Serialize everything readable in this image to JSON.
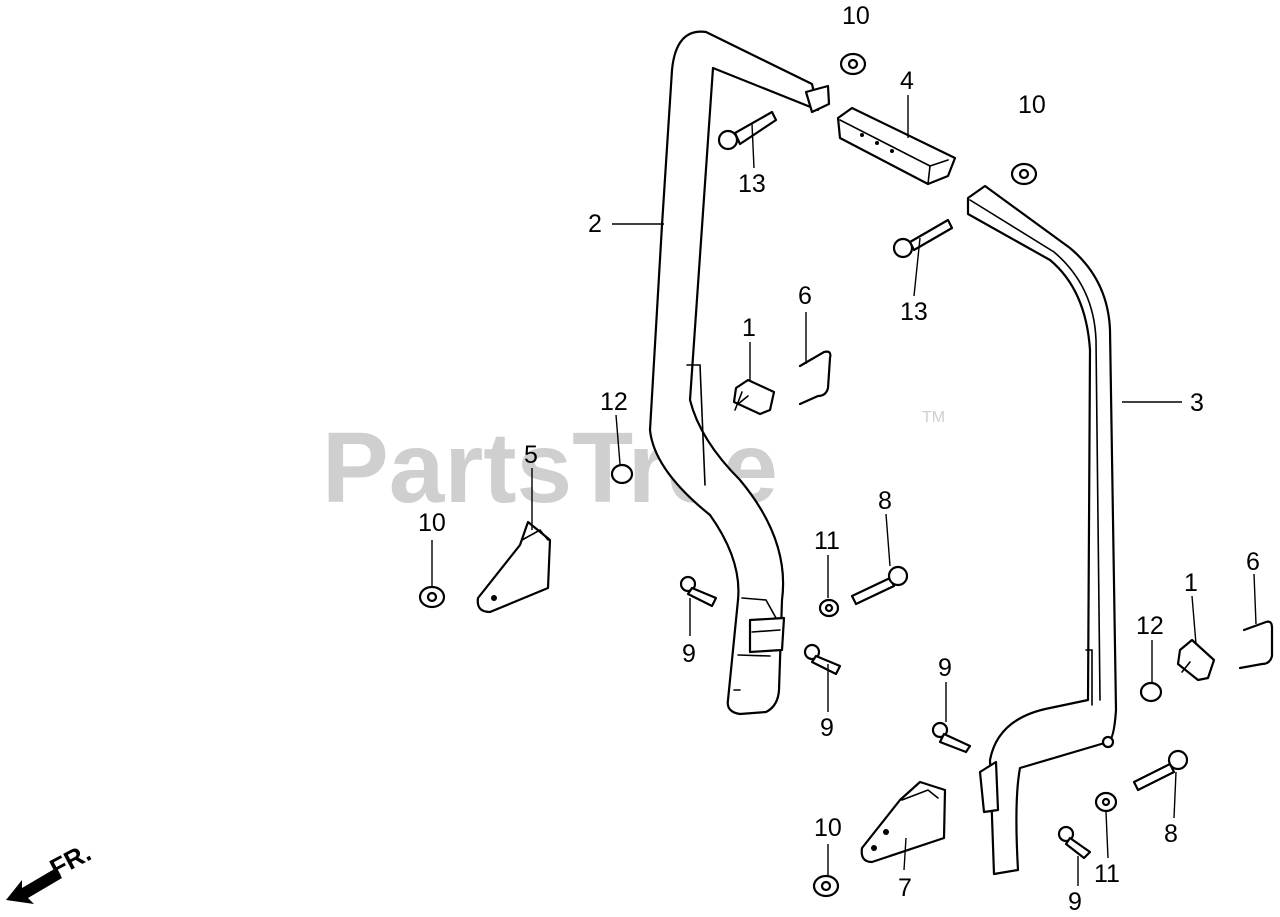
{
  "watermark": {
    "text": "PartsTree",
    "trademark": "TM"
  },
  "direction_label": "FR.",
  "callouts": {
    "c10a": "10",
    "c4": "4",
    "c10b": "10",
    "c13a": "13",
    "c2": "2",
    "c13b": "13",
    "c6a": "6",
    "c1a": "1",
    "c3": "3",
    "c12a": "12",
    "c5": "5",
    "c8a": "8",
    "c10c": "10",
    "c11a": "11",
    "c9a": "9",
    "c9b": "9",
    "c6b": "6",
    "c1b": "1",
    "c12b": "12",
    "c9c": "9",
    "c8b": "8",
    "c10d": "10",
    "c7": "7",
    "c11b": "11",
    "c9d": "9"
  }
}
